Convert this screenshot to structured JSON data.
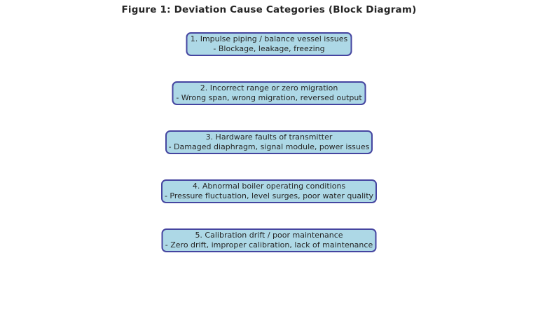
{
  "figure": {
    "title": "Figure 1: Deviation Cause Categories (Block Diagram)",
    "background_color": "#ffffff"
  },
  "diagram": {
    "box_fill_color": "#ADD8E6",
    "box_border_color": "#4545A0",
    "text_color": "#262626",
    "blocks": [
      {
        "line1": "1. Impulse piping / balance vessel issues",
        "line2": "- Blockage, leakage, freezing"
      },
      {
        "line1": "2. Incorrect range or zero migration",
        "line2": "- Wrong span, wrong migration, reversed output"
      },
      {
        "line1": "3. Hardware faults of transmitter",
        "line2": "- Damaged diaphragm, signal module, power issues"
      },
      {
        "line1": "4. Abnormal boiler operating conditions",
        "line2": "- Pressure fluctuation, level surges, poor water quality"
      },
      {
        "line1": "5. Calibration drift / poor maintenance",
        "line2": "- Zero drift, improper calibration, lack of maintenance"
      }
    ]
  }
}
